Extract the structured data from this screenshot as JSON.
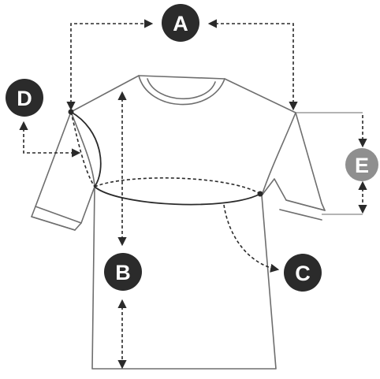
{
  "diagram": {
    "labels": {
      "a": "A",
      "b": "B",
      "c": "C",
      "d": "D",
      "e": "E"
    },
    "colors": {
      "dark_badge": "#2b2b2b",
      "light_badge": "#8f8f8f",
      "outline": "#6e6e6e"
    }
  }
}
